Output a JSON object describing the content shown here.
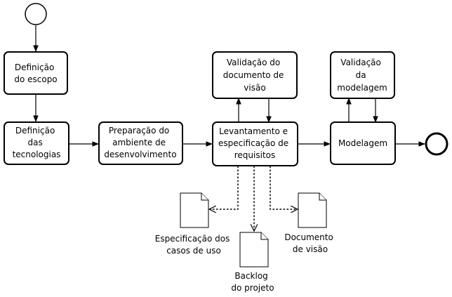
{
  "tasks": {
    "definicao_escopo": [
      "Definição",
      "do escopo"
    ],
    "definicao_tecnologias": [
      "Definição",
      "das",
      "tecnologias"
    ],
    "preparacao_ambiente": [
      "Preparação do",
      "ambiente de",
      "desenvolvimento"
    ],
    "validacao_documento": [
      "Validação do",
      "documento de",
      "visão"
    ],
    "levantamento_requisitos": [
      "Levantamento e",
      "especificação de",
      "requisitos"
    ],
    "validacao_modelagem": [
      "Validação",
      "da",
      "modelagem"
    ],
    "modelagem": [
      "Modelagem"
    ]
  },
  "artifacts": {
    "especificacao_casos_uso": [
      "Especificação dos",
      "casos de uso"
    ],
    "backlog_projeto": [
      "Backlog",
      "do projeto"
    ],
    "documento_visao": [
      "Documento",
      "de visão"
    ]
  }
}
